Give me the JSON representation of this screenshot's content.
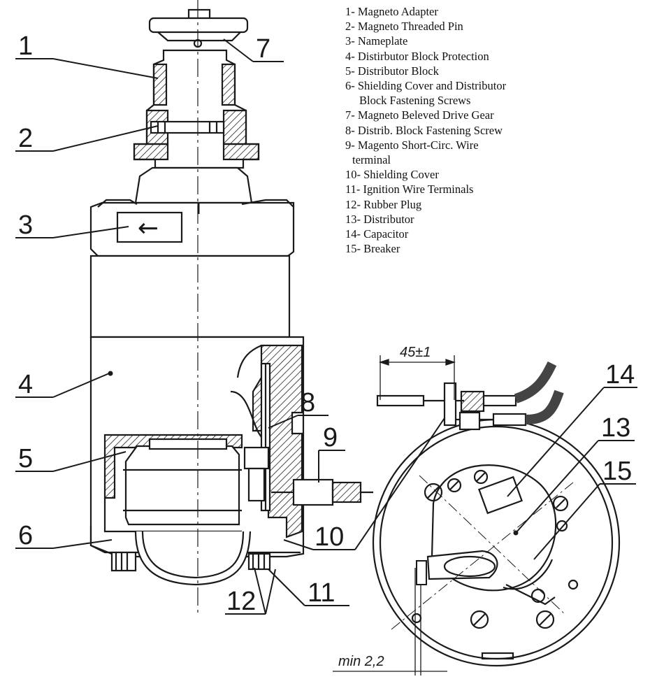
{
  "callouts": {
    "c1": "1",
    "c2": "2",
    "c3": "3",
    "c4": "4",
    "c5": "5",
    "c6": "6",
    "c7": "7",
    "c8": "8",
    "c9": "9",
    "c10": "10",
    "c11": "11",
    "c12": "12",
    "c13": "13",
    "c14": "14",
    "c15": "15"
  },
  "dimensions": {
    "length": "45±1",
    "gap": "min 2,2"
  },
  "nameplate_arrow": "←",
  "legend": [
    {
      "text": "1- Magneto Adapter"
    },
    {
      "text": "2- Magneto Threaded Pin"
    },
    {
      "text": "3- Nameplate"
    },
    {
      "text": "4- Distirbutor Block Protection"
    },
    {
      "text": "5- Distributor Block"
    },
    {
      "text": "6- Shielding Cover and Distributor",
      "continuation": "Block Fastening Screws"
    },
    {
      "text": "7- Magneto Beleved Drive Gear"
    },
    {
      "text": "8- Distrib. Block Fastening Screw"
    },
    {
      "text": "9- Magento Short-Circ. Wire",
      "continuation": "terminal"
    },
    {
      "text": "10- Shielding Cover"
    },
    {
      "text": "11- Ignition Wire Terminals"
    },
    {
      "text": "12- Rubber Plug"
    },
    {
      "text": "13- Distributor"
    },
    {
      "text": "14- Capacitor"
    },
    {
      "text": "15- Breaker"
    }
  ]
}
